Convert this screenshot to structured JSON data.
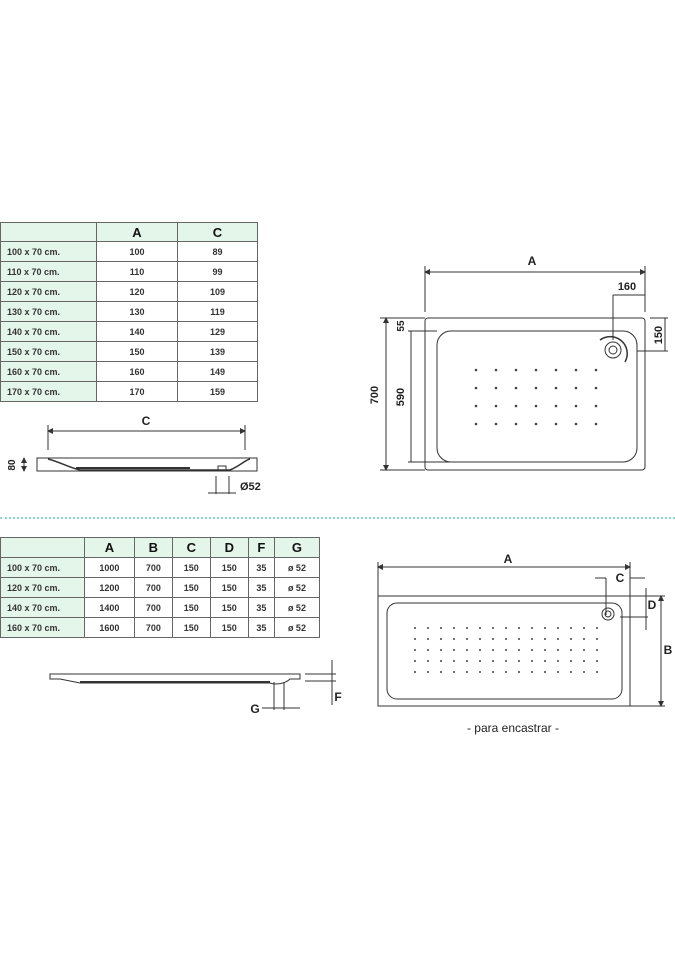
{
  "table1": {
    "headers": [
      "",
      "A",
      "C"
    ],
    "rows": [
      [
        "100 x 70 cm.",
        "100",
        "89"
      ],
      [
        "110 x 70 cm.",
        "110",
        "99"
      ],
      [
        "120 x 70 cm.",
        "120",
        "109"
      ],
      [
        "130 x 70 cm.",
        "130",
        "119"
      ],
      [
        "140 x 70 cm.",
        "140",
        "129"
      ],
      [
        "150 x 70 cm.",
        "150",
        "139"
      ],
      [
        "160 x 70 cm.",
        "160",
        "149"
      ],
      [
        "170 x 70 cm.",
        "170",
        "159"
      ]
    ]
  },
  "table2": {
    "headers": [
      "",
      "A",
      "B",
      "C",
      "D",
      "F",
      "G"
    ],
    "rows": [
      [
        "100 x 70 cm.",
        "1000",
        "700",
        "150",
        "150",
        "35",
        "ø 52"
      ],
      [
        "120 x 70 cm.",
        "1200",
        "700",
        "150",
        "150",
        "35",
        "ø 52"
      ],
      [
        "140 x 70 cm.",
        "1400",
        "700",
        "150",
        "150",
        "35",
        "ø 52"
      ],
      [
        "160 x 70 cm.",
        "1600",
        "700",
        "150",
        "150",
        "35",
        "ø 52"
      ]
    ]
  },
  "drawing1": {
    "side": {
      "length_label": "C",
      "height_label": "80",
      "drain_label": "Ø52"
    },
    "top": {
      "width_label": "A",
      "drain_x_label": "160",
      "drain_y_label": "150",
      "depth_label": "700",
      "inner_label": "590",
      "rim_label": "55"
    }
  },
  "drawing2": {
    "side": {
      "drain_label": "G",
      "height_label": "F"
    },
    "top": {
      "width_label": "A",
      "drain_x_label": "C",
      "drain_y_label": "D",
      "depth_label": "B",
      "caption": "- para encastrar -"
    }
  },
  "colors": {
    "table_header": "#e4f6ea",
    "separator": "#8fd6c4"
  }
}
